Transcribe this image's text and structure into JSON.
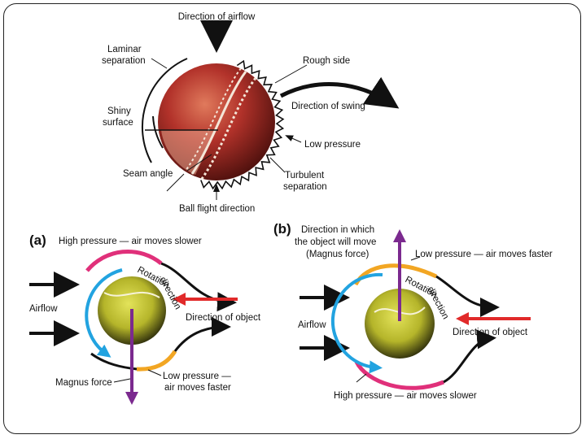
{
  "cricket": {
    "direction_of_airflow": "Direction of airflow",
    "laminar_1": "Laminar",
    "laminar_2": "separation",
    "rough_side": "Rough side",
    "shiny_1": "Shiny",
    "shiny_2": "surface",
    "direction_of_swing": "Direction of swing",
    "low_pressure": "Low pressure",
    "seam_angle": "Seam angle",
    "turbulent_1": "Turbulent",
    "turbulent_2": "separation",
    "ball_flight_direction": "Ball flight direction"
  },
  "panel_a": {
    "tag": "(a)",
    "high_pressure": "High pressure — air moves slower",
    "rotation_1": "Rotation",
    "rotation_2": "direction",
    "airflow": "Airflow",
    "direction_of_object": "Direction of object",
    "magnus_force": "Magnus force",
    "low_pressure_1": "Low pressure —",
    "low_pressure_2": "air moves faster"
  },
  "panel_b": {
    "tag": "(b)",
    "direction_move_1": "Direction in which",
    "direction_move_2": "the object will move",
    "direction_move_3": "(Magnus force)",
    "low_pressure": "Low pressure — air moves faster",
    "rotation_1": "Rotation",
    "rotation_2": "direction",
    "airflow": "Airflow",
    "direction_of_object": "Direction of object",
    "high_pressure": "High pressure — air moves slower"
  },
  "colors": {
    "ball_red": "#b2322a",
    "tennis_yellow": "#c9c93a",
    "high_pressure_pink": "#e0307a",
    "low_pressure_orange": "#f2a623",
    "rotation_blue": "#22a3e0",
    "magnus_purple": "#7b2a8f",
    "object_direction_red": "#e12a2a"
  }
}
